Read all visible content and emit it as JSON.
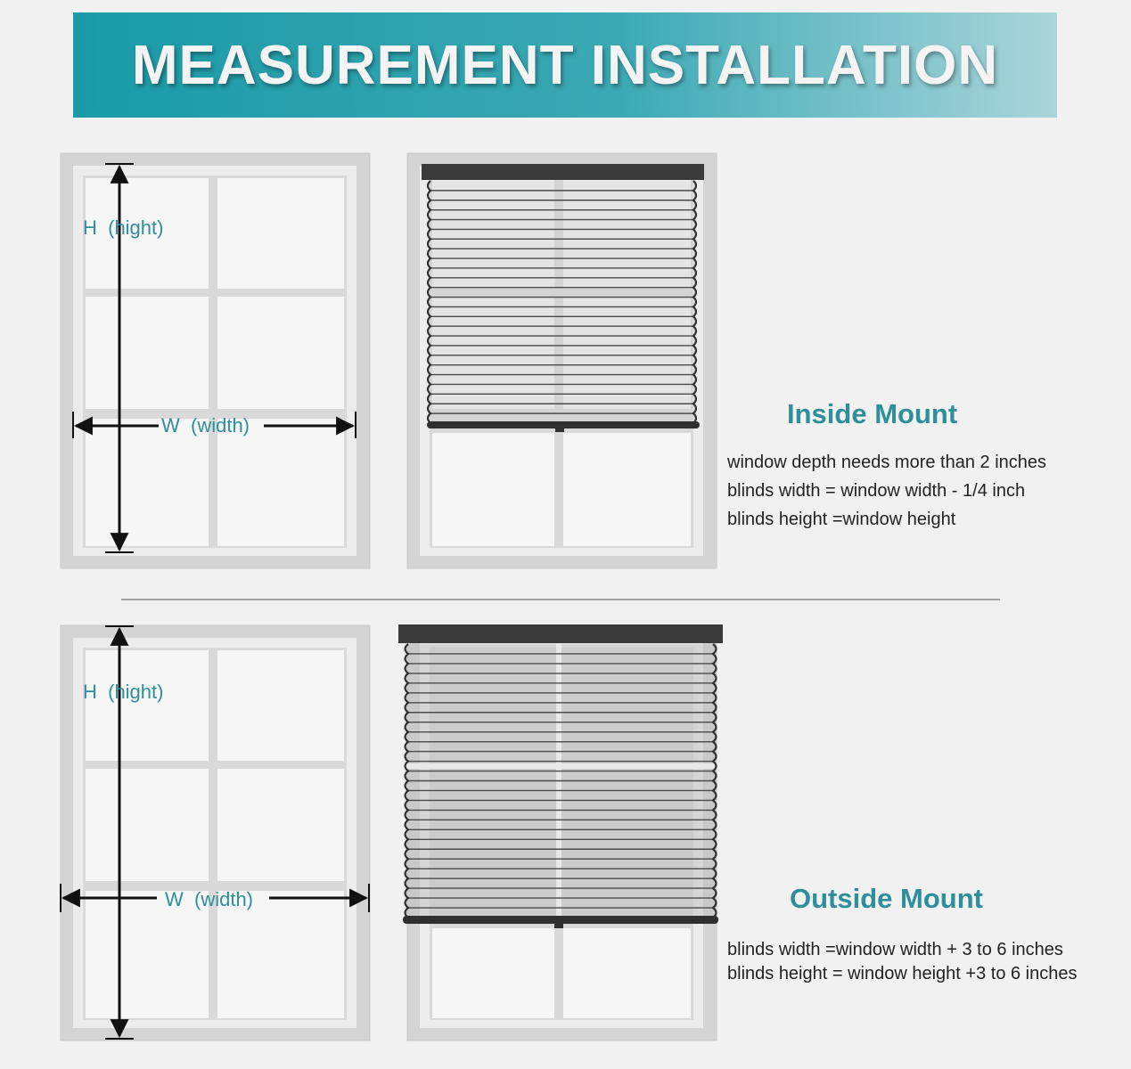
{
  "banner": {
    "title": "MEASUREMENT INSTALLATION"
  },
  "labels": {
    "height": "H  (hight)",
    "width": "W  (width)"
  },
  "inside_mount": {
    "title": "Inside Mount",
    "lines": [
      "window depth needs more than 2 inches",
      "blinds width = window width - 1/4 inch",
      "blinds height =window height"
    ]
  },
  "outside_mount": {
    "title": "Outside Mount",
    "lines": [
      "blinds width =window width + 3 to 6 inches",
      "blinds height = window height +3 to 6 inches"
    ]
  },
  "colors": {
    "accent": "#2e8f9b",
    "banner_start": "#1a9aa7",
    "banner_end": "#a9d5da",
    "frame": "#d3d3d3",
    "blind": "#3a3a3a"
  }
}
